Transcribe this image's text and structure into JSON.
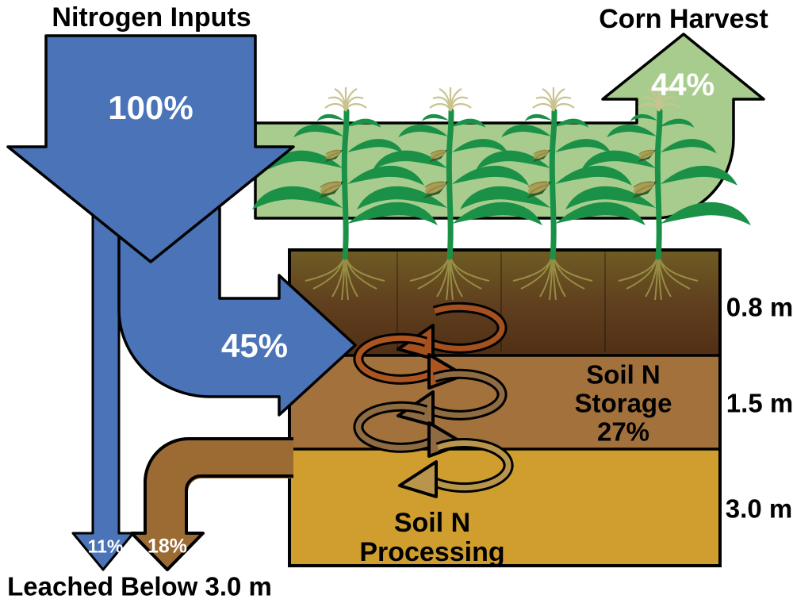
{
  "labels": {
    "nitrogen_inputs": "Nitrogen Inputs",
    "corn_harvest": "Corn Harvest",
    "leached": "Leached Below 3.0 m"
  },
  "flows": {
    "nitrogen_input_pct": "100%",
    "corn_harvest_pct": "44%",
    "soil_transfer_pct": "45%",
    "leached_water_pct": "11%",
    "leached_soil_pct": "18%"
  },
  "soil": {
    "storage_line1": "Soil N",
    "storage_line2": "Storage",
    "storage_pct": "27%",
    "processing_line1": "Soil N",
    "processing_line2": "Processing",
    "depth_labels": [
      "0.8 m",
      "1.5 m",
      "3.0 m"
    ]
  },
  "colors": {
    "flow_blue": "#4A73B8",
    "harvest_green": "#A8CC8E",
    "corn_green": "#1A9147",
    "soil_top_dark": "#5C3A1C",
    "soil_mid_brown": "#A2713C",
    "soil_deep_gold": "#CF9E2E",
    "leached_soil_brown": "#9C6B33",
    "cycle_rust": "#A5501F",
    "cycle_tan": "#8F6B42",
    "cycle_gold": "#B8954A",
    "outline_black": "#000000"
  }
}
